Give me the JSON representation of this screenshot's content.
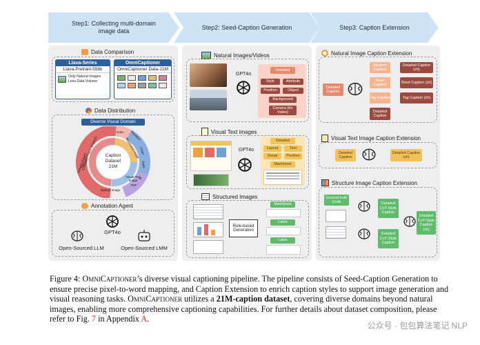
{
  "steps": {
    "step1": "Step1: Collecting multi-domain image data",
    "step2": "Step2: Seed-Caption Generation",
    "step3": "Step3: Caption Extension"
  },
  "col1": {
    "data_comparison": "Data Comparison",
    "llava_series": "Llava-Series",
    "llava_data": "Llava-Pretrain-558k",
    "llava_note1": "Only Natural Images",
    "llava_note2": "Less Data Volume",
    "omnicaptioner": "OmniCaptioner",
    "omni_data": "OmniCaptioner Data-21M",
    "data_distribution": "Data Distribution",
    "diverse_domain": "Diverse Visual Domain",
    "center1": "Caption",
    "center2": "Dataset",
    "center3": "21M",
    "ring_labels": [
      "Natural Images (Chinese)",
      "Natural Images (English)",
      "Natural Image",
      "Visual Text Image",
      "Structured Image",
      "Video",
      "Equation",
      "Chart",
      "Table",
      "UI",
      "PDF"
    ],
    "annotation_agent": "Annotation Agent",
    "gpt4o": "GPT4o",
    "open_llm": "Open-Sourced LLM",
    "open_lmm": "Open-Sourced LMM"
  },
  "col2": {
    "natural": "Natural Images/Videos",
    "gpt4o_a": "GPT4o",
    "detailed": "Detailed",
    "style": "Style",
    "attribute": "Attribute",
    "position": "Position",
    "object": "Object",
    "background": "Background",
    "camera": "Camera (for Video)",
    "visual_text": "Visual Text images",
    "gpt4o_b": "GPT4o",
    "detailed2": "Detailed",
    "layout": "Layout",
    "text": "Text",
    "visual": "Visual",
    "position2": "Position",
    "markdown_tag": "Markdown",
    "structured": "Structured Images",
    "markdown": "Markdown",
    "rule_based": "Rule-based Generation",
    "latex1": "Latex",
    "latex2": "Latex"
  },
  "col3": {
    "nat_ext": "Natural Image Caption Extension",
    "detailed_caption": "Detailed Caption",
    "medium": "Medium Caption",
    "short": "Short Caption",
    "tag": "Tag Caption",
    "detailed_zh": "Detailed Caption (zh)",
    "short_zh": "Short Caption (zh)",
    "tag_zh": "Tag Caption (zh)",
    "detailed_caption_b": "Detailed Caption",
    "vt_ext": "Visual Text Image Caption Extension",
    "vt_detailed": "Detailed Caption",
    "vt_detailed_zh": "Detailed Caption (zh)",
    "st_ext": "Structure Image Caption Extension",
    "ground_truth": "Ground truth Code",
    "cot1": "Detailed CoT-Style Caption",
    "cot2": "Detailed CoT-Style Caption",
    "cot_zh": "Detailed CoT-Style Caption (zh)"
  },
  "caption": {
    "fig": "Figure 4: ",
    "name": "OmniCaptioner",
    "t1": "’s diverse visual captioning pipeline. The pipeline consists of Seed-Caption Generation to ensure precise pixel-to-word mapping, and Caption Extension to enrich caption styles to support image generation and visual reasoning tasks. ",
    "name2": "OmniCaptioner",
    "t2": " utilizes a ",
    "bold": "21M-caption dataset",
    "t3": ", covering diverse domains beyond natural images, enabling more comprehensive captioning capabilities. For further details about dataset composition, please refer to Fig. ",
    "fig_ref": "7",
    "t4": " in Appendix ",
    "app_ref": "A",
    "t5": "."
  },
  "watermark": "公众号 · 包包算法笔记 NLP"
}
